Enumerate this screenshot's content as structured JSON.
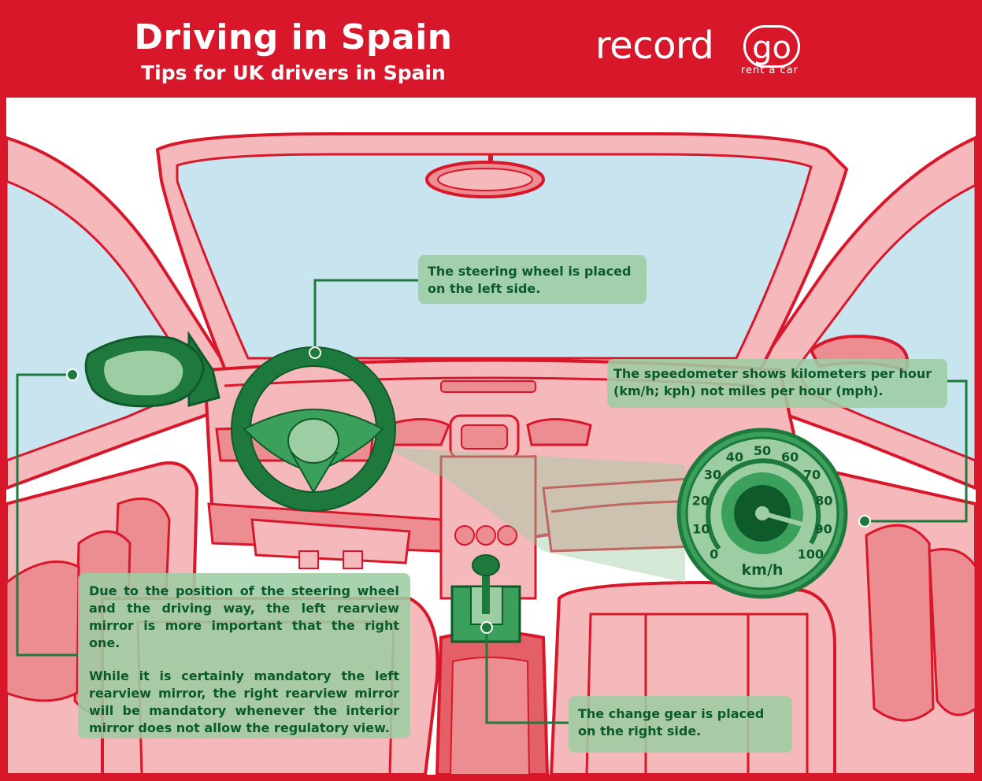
{
  "header": {
    "title": "Driving in Spain",
    "subtitle": "Tips for UK drivers in Spain"
  },
  "logo": {
    "word": "record",
    "go": "go",
    "tagline": "rent a car"
  },
  "tips": {
    "steering": "The steering wheel is placed on the left side.",
    "speedometer": "The speedometer shows kilometers per hour (km/h; kph) not miles per hour (mph).",
    "gear": "The change gear is placed on the right side.",
    "mirror_p1": "Due to the position of the steering wheel and the driving way, the left rearview mirror is more important that the right one.",
    "mirror_p2": "While it is certainly mandatory the left rearview mirror, the right rearview mirror will be mandatory whenever the interior mirror does not allow the regulatory view."
  },
  "speedometer": {
    "ticks": [
      "0",
      "10",
      "20",
      "30",
      "40",
      "50",
      "60",
      "70",
      "80",
      "90",
      "100"
    ],
    "unit": "km/h"
  },
  "colors": {
    "brand_red": "#d9172b",
    "pink_light": "#f5b8bb",
    "pink_mid": "#ec8d92",
    "sky": "#c8e4ef",
    "green_dark": "#1d7a3c",
    "green_light": "#9dcda3",
    "text_green": "#0a5a2c"
  }
}
